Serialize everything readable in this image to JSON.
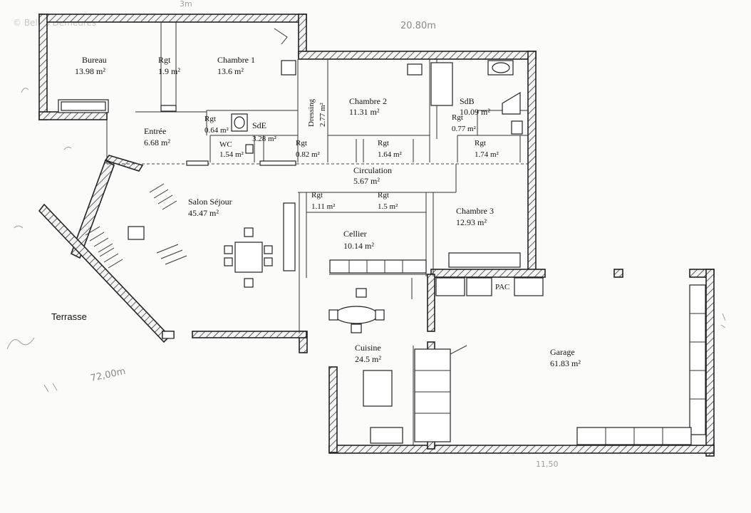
{
  "watermark": "© Belles Demeures",
  "rooms": {
    "bureau": {
      "name": "Bureau",
      "area": "13.98 m²"
    },
    "rgt1": {
      "name": "Rgt",
      "area": "1.9 m²"
    },
    "chambre1": {
      "name": "Chambre 1",
      "area": "13.6 m²"
    },
    "dressing": {
      "name": "Dressing",
      "area": "2.77 m²"
    },
    "chambre2": {
      "name": "Chambre 2",
      "area": "11.31 m²"
    },
    "sdb": {
      "name": "SdB",
      "area": "10.09 m²"
    },
    "entree": {
      "name": "Entrée",
      "area": "6.68 m²"
    },
    "rgt_entree": {
      "name": "Rgt",
      "area": "0.64 m²"
    },
    "sde": {
      "name": "SdE",
      "area": "3.28 m²"
    },
    "wc": {
      "name": "WC",
      "area": "1.54 m²"
    },
    "rgt_082": {
      "name": "Rgt",
      "area": "0.82 m²"
    },
    "rgt_164": {
      "name": "Rgt",
      "area": "1.64 m²"
    },
    "rgt_077": {
      "name": "Rgt",
      "area": "0.77 m²"
    },
    "rgt_174": {
      "name": "Rgt",
      "area": "1.74 m²"
    },
    "circulation": {
      "name": "Circulation",
      "area": "5.67 m²"
    },
    "salon": {
      "name": "Salon Séjour",
      "area": "45.47 m²"
    },
    "rgt_111": {
      "name": "Rgt",
      "area": "1.11 m²"
    },
    "rgt_15": {
      "name": "Rgt",
      "area": "1.5 m²"
    },
    "chambre3": {
      "name": "Chambre 3",
      "area": "12.93 m²"
    },
    "cellier": {
      "name": "Cellier",
      "area": "10.14 m²"
    },
    "pac": {
      "name": "PAC"
    },
    "cuisine": {
      "name": "Cuisine",
      "area": "24.5 m²"
    },
    "garage": {
      "name": "Garage",
      "area": "61.83 m²"
    },
    "terrasse": {
      "name": "Terrasse"
    }
  },
  "annotations": {
    "top_dim": "20.80m",
    "top_left_dim": "3m",
    "terrace_area": "72,00m",
    "bottom_dim": "11,50"
  }
}
